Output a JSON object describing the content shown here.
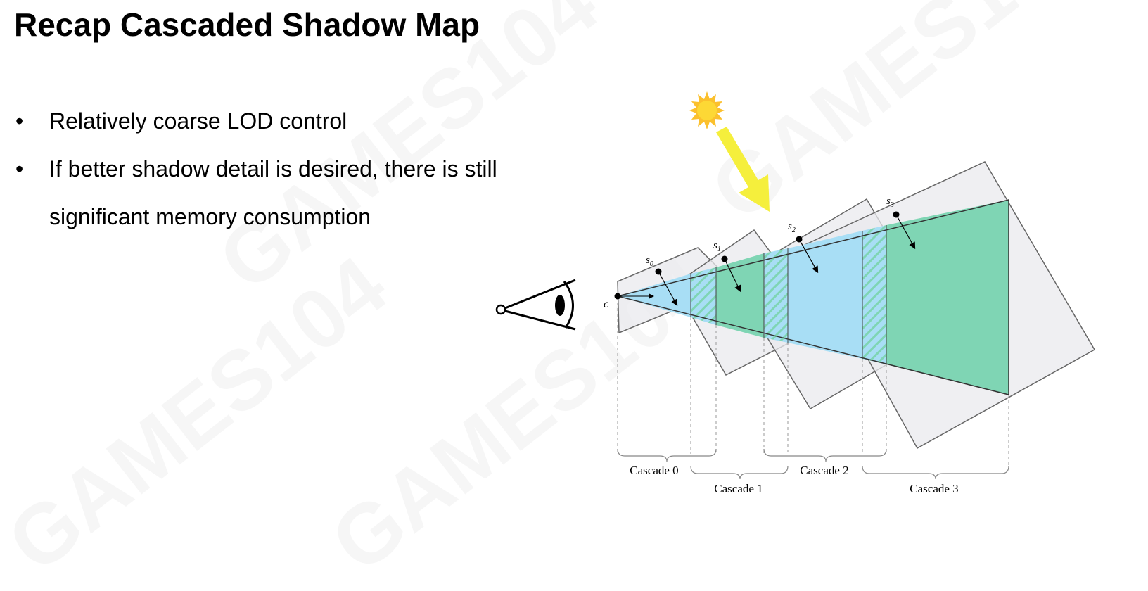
{
  "slide": {
    "title": "Recap Cascaded Shadow Map",
    "bullet_glyph": "•",
    "bullets": [
      "Relatively coarse LOD control",
      "If better shadow detail is desired, there is still significant memory consumption"
    ]
  },
  "diagram": {
    "camera_label": "c",
    "split_labels": [
      "s0",
      "s1",
      "s2",
      "s3"
    ],
    "split_base": "s",
    "split_subscripts": [
      "0",
      "1",
      "2",
      "3"
    ],
    "cascade_labels": [
      "Cascade 0",
      "Cascade 1",
      "Cascade 2",
      "Cascade 3"
    ],
    "icons": [
      "eye-icon",
      "sun-icon",
      "light-direction-arrow"
    ],
    "colors": {
      "cascade_region": "#7fd5b4",
      "frustum": "#a8def5",
      "shadow_map_box": "#e9e9ee",
      "sun": "#fbc02d",
      "light_arrow": "#f5ef3c"
    }
  },
  "watermark": "GAMES104"
}
